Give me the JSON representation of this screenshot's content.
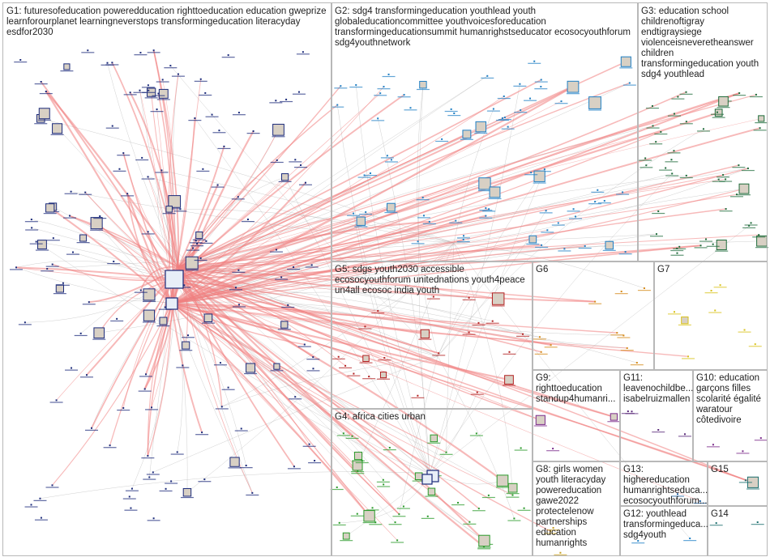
{
  "groups": [
    {
      "id": "G1",
      "label": "G1: futuresofeducation poweredducation righttoeducation education gweprize learnforourplanet learningneverstops transformingeducation literacyday esdfor2030",
      "color": "#1b2a7a"
    },
    {
      "id": "G2",
      "label": "G2: sdg4 transformingeducation youthlead youth globaleducationcommittee youthvoicesforeducation transformingeducationsummit humanrighstseducator ecosocyouthforum sdg4youthnetwork",
      "color": "#1f7fc4"
    },
    {
      "id": "G3",
      "label": "G3: education school childrenoftigray endtigraysiege violenceisneveretheanswer children transformingeducation youth sdg4 youthlead",
      "color": "#1e6b3a"
    },
    {
      "id": "G5",
      "label": "G5: sdgs youth2030 accessible ecosocyouthforum unitednations youth4peace un4all ecosoc india youth",
      "color": "#b22020"
    },
    {
      "id": "G6",
      "label": "G6",
      "color": "#d68a1a"
    },
    {
      "id": "G7",
      "label": "G7",
      "color": "#d9c21a"
    },
    {
      "id": "G9",
      "label": "G9: righttoeducation standup4humanri...",
      "color": "#7a2a8a"
    },
    {
      "id": "G11",
      "label": "G11: leavenochildbe... isabelruizmallen",
      "color": "#5a2a7a"
    },
    {
      "id": "G10",
      "label": "G10: education garçons filles scolarité égalité waratour côtedivoire",
      "color": "#7a2a8a"
    },
    {
      "id": "G4",
      "label": "G4: africa cities urban",
      "color": "#2a9a2a"
    },
    {
      "id": "G8",
      "label": "G8: girls women youth literacyday powereducation gawe2022 protectelenow partnerships education humanrights",
      "color": "#c9a020"
    },
    {
      "id": "G13",
      "label": "G13: highereducation humanrightseduca... ecosocyouthforum...",
      "color": "#1f5fa0"
    },
    {
      "id": "G15",
      "label": "G15",
      "color": "#1a6e6e"
    },
    {
      "id": "G12",
      "label": "G12: youthlead transformingeduca... sdg4youth",
      "color": "#1f7fc4"
    },
    {
      "id": "G14",
      "label": "G14",
      "color": "#1a6e6e"
    }
  ],
  "edge_colors": {
    "group_internal": "#f08080",
    "cross_group": "#b0b0b0"
  },
  "node_label_text": "username"
}
